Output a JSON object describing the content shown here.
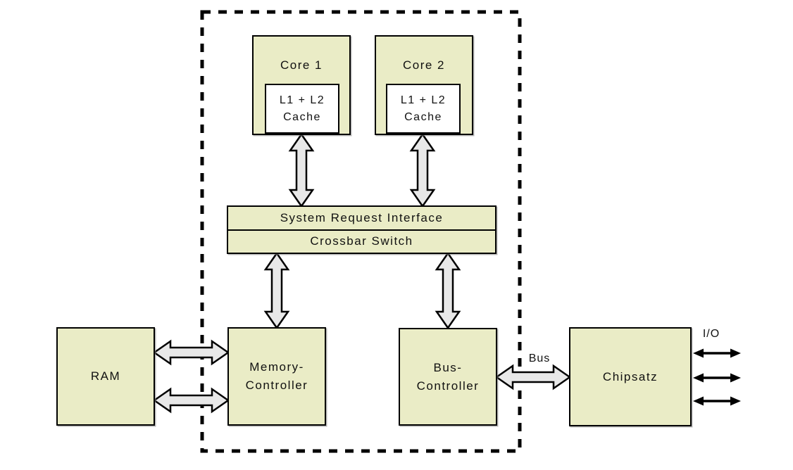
{
  "diagram": {
    "cpu_package": {
      "core1": {
        "title": "Core 1",
        "cache_line1": "L1 + L2",
        "cache_line2": "Cache"
      },
      "core2": {
        "title": "Core 2",
        "cache_line1": "L1 + L2",
        "cache_line2": "Cache"
      },
      "system_request_interface": "System Request Interface",
      "crossbar_switch": "Crossbar Switch",
      "memory_controller": {
        "line1": "Memory-",
        "line2": "Controller"
      },
      "bus_controller": {
        "line1": "Bus-",
        "line2": "Controller"
      }
    },
    "ram": "RAM",
    "chipset": "Chipsatz",
    "bus_label": "Bus",
    "io_label": "I/O",
    "colors": {
      "box_fill": "#eaecc6",
      "cache_fill": "#ffffff",
      "arrow_fill": "#e8e8e8",
      "outline": "#000000"
    }
  }
}
